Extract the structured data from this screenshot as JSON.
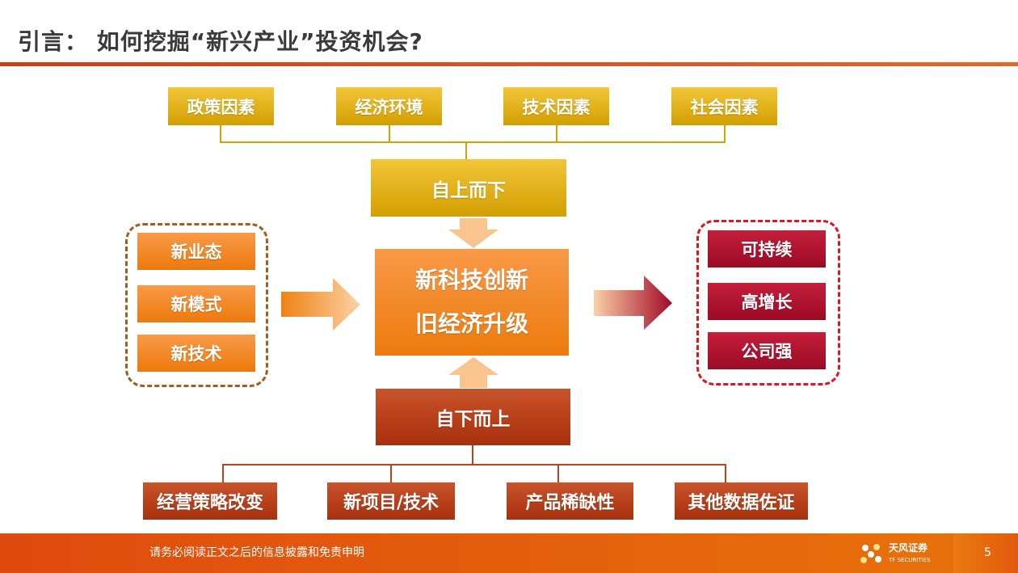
{
  "title": "引言： 如何挖掘“新兴产业”投资机会?",
  "top_factors": [
    "政策因素",
    "经济环境",
    "技术因素",
    "社会因素"
  ],
  "top_down": "自上而下",
  "center": {
    "line1": "新科技创新",
    "line2": "旧经济升级"
  },
  "bottom_up": "自下而上",
  "bottom_factors": [
    "经营策略改变",
    "新项目/技术",
    "产品稀缺性",
    "其他数据佐证"
  ],
  "left_items": [
    "新业态",
    "新模式",
    "新技术"
  ],
  "right_items": [
    "可持续",
    "高增长",
    "公司强"
  ],
  "footer": {
    "disclaimer": "请务必阅读正文之后的信息披露和免责申明",
    "logo_text": "天风证券",
    "logo_sub": "TF SECURITIES",
    "page": "5"
  },
  "colors": {
    "accent": "#e05a14",
    "gold": "#d39f00",
    "orange": "#ec7a0c",
    "red": "#a8300e",
    "crimson": "#9c0a24"
  }
}
